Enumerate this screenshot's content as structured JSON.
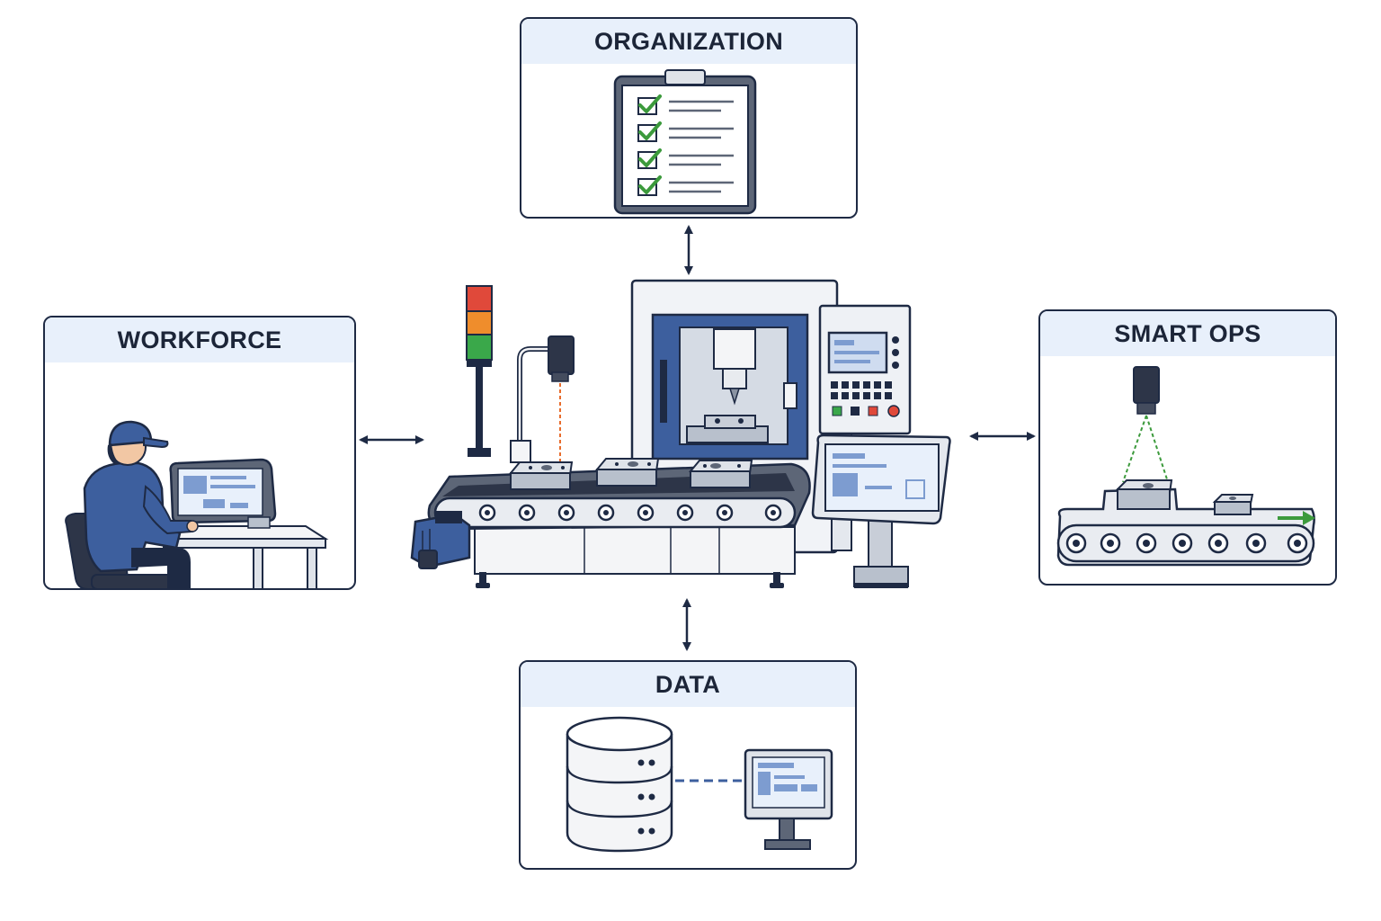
{
  "panels": {
    "organization": {
      "title": "ORGANIZATION",
      "icon": "checklist-clipboard-icon"
    },
    "workforce": {
      "title": "WORKFORCE",
      "icon": "operator-at-terminal-icon"
    },
    "smart_ops": {
      "title": "SMART OPS",
      "icon": "vision-sensor-conveyor-icon"
    },
    "data": {
      "title": "DATA",
      "icon": "database-monitor-icon"
    }
  },
  "center": {
    "icon": "cnc-machine-conveyor-icon"
  },
  "connectors": {
    "style": "double-headed-arrow"
  },
  "colors": {
    "outline": "#1e2a44",
    "panel_header": "#e8f0fb",
    "accent_blue": "#3d5f9e",
    "check_green": "#3c9a3c",
    "signal_red": "#e0493a",
    "signal_orange": "#ef8d2c",
    "signal_green": "#3aa84a"
  }
}
